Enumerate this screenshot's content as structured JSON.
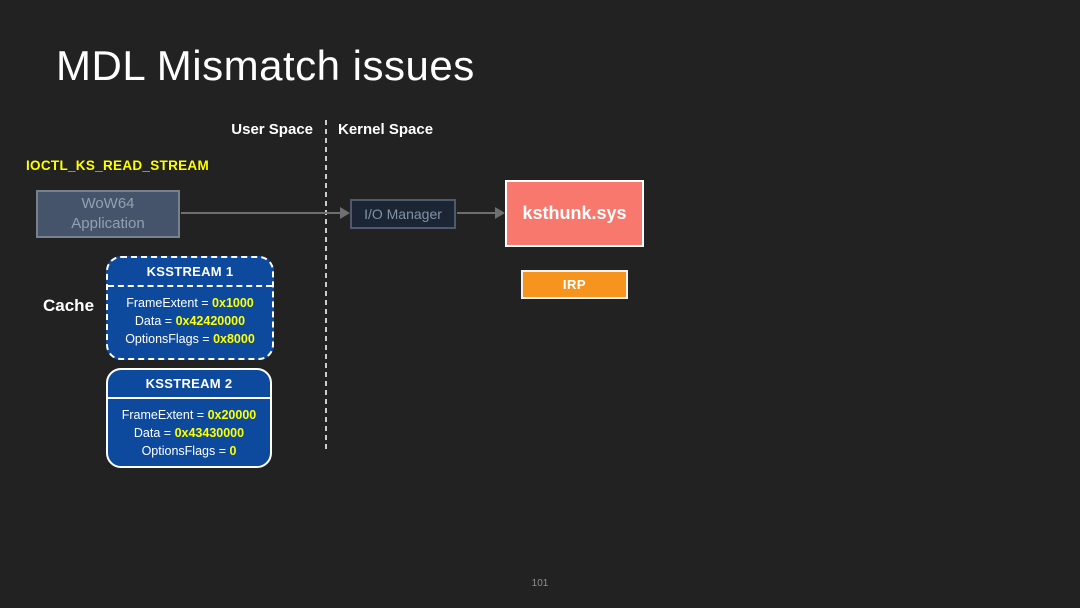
{
  "slide": {
    "title": "MDL Mismatch issues",
    "page_number": "101",
    "background_color": "#222222"
  },
  "diagram": {
    "user_space_label": "User Space",
    "kernel_space_label": "Kernel Space",
    "ioctl_label": "IOCTL_KS_READ_STREAM",
    "cache_label": "Cache",
    "highlight_color": "#ffff00",
    "wow64": {
      "line1": "WoW64",
      "line2": "Application",
      "fill": "#45546a"
    },
    "io_manager": {
      "label": "I/O Manager",
      "fill": "#1b2534"
    },
    "ksthunk": {
      "label": "ksthunk.sys",
      "fill": "#f8786e"
    },
    "irp": {
      "label": "IRP",
      "fill": "#f7941d"
    },
    "ksstream1": {
      "title": "KSSTREAM 1",
      "border_style": "dashed",
      "fill": "#0d4a9e",
      "fields": [
        {
          "label": "FrameExtent = ",
          "value": "0x1000"
        },
        {
          "label": "Data = ",
          "value": "0x42420000"
        },
        {
          "label": "OptionsFlags = ",
          "value": "0x8000"
        }
      ]
    },
    "ksstream2": {
      "title": "KSSTREAM 2",
      "border_style": "solid",
      "fill": "#0d4a9e",
      "fields": [
        {
          "label": "FrameExtent = ",
          "value": "0x20000"
        },
        {
          "label": "Data = ",
          "value": "0x43430000"
        },
        {
          "label": "OptionsFlags = ",
          "value": "0"
        }
      ]
    }
  }
}
